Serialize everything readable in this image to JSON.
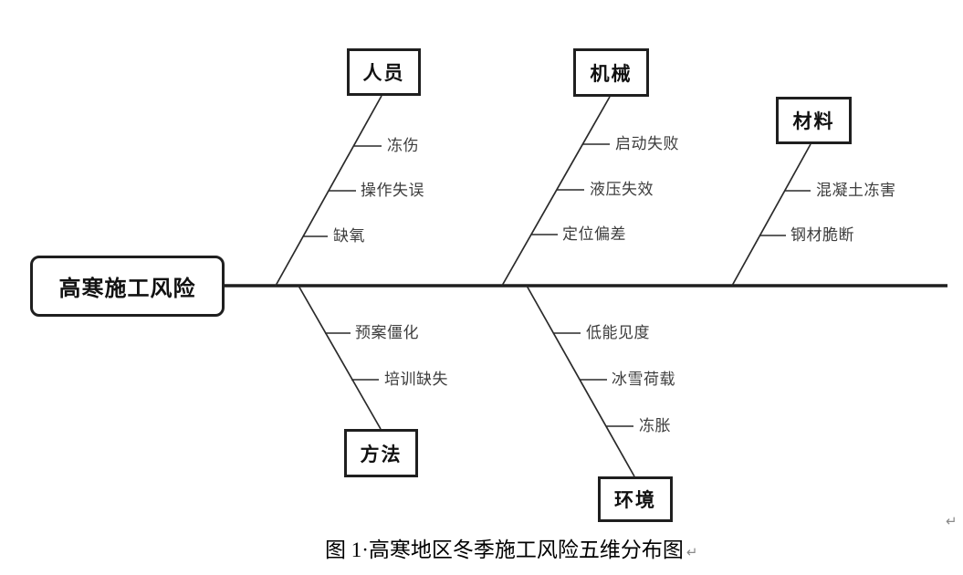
{
  "diagram": {
    "head_label": "高寒施工风险",
    "branches": [
      {
        "label": "人员",
        "side": "top",
        "items": [
          "冻伤",
          "操作失误",
          "缺氧"
        ]
      },
      {
        "label": "机械",
        "side": "top",
        "items": [
          "启动失败",
          "液压失效",
          "定位偏差"
        ]
      },
      {
        "label": "材料",
        "side": "top",
        "items": [
          "混凝土冻害",
          "钢材脆断"
        ]
      },
      {
        "label": "方法",
        "side": "bottom",
        "items": [
          "预案僵化",
          "培训缺失"
        ]
      },
      {
        "label": "环境",
        "side": "bottom",
        "items": [
          "低能见度",
          "冰雪荷载",
          "冻胀"
        ]
      }
    ],
    "caption": "图 1·高寒地区冬季施工风险五维分布图",
    "paragraph_mark": "↵",
    "colors": {
      "line": "#1f1f1f",
      "branch_line": "#2a2a2a",
      "box_border": "#1f1f1f",
      "box_text": "#111111",
      "item_text": "#3d3d3d",
      "caption_text": "#000000",
      "paragraph_mark": "#8a8a8a",
      "background": "#ffffff"
    }
  }
}
